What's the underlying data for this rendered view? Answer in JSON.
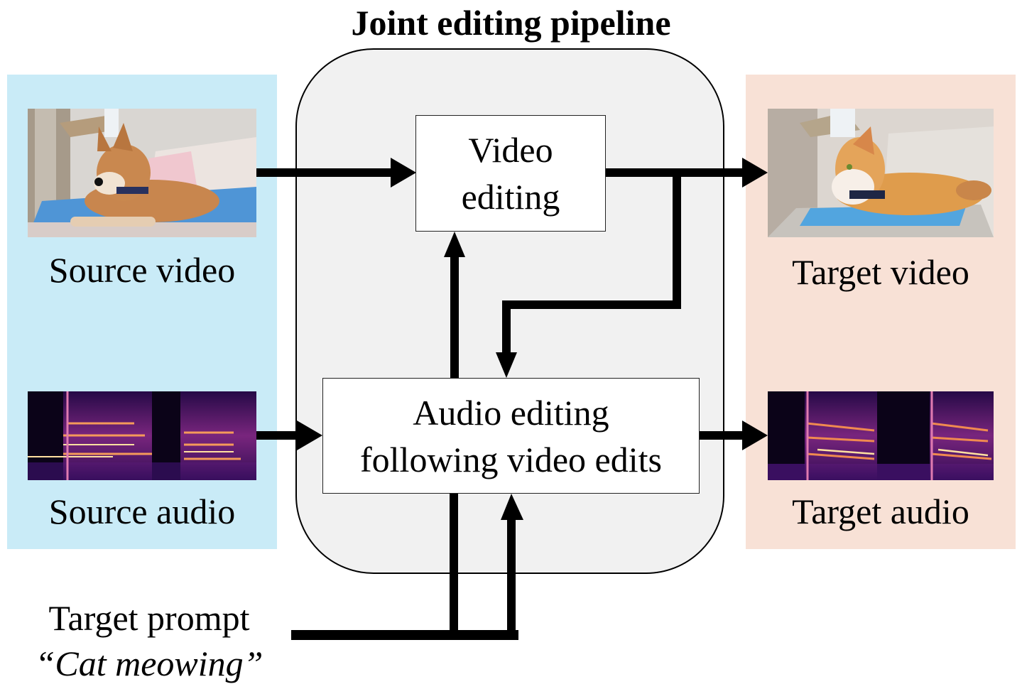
{
  "title": "Joint editing pipeline",
  "source": {
    "video_label": "Source video",
    "audio_label": "Source audio",
    "video_image": "dog-lying-on-couch-thumbnail",
    "audio_image": "source-spectrogram",
    "panel_color": "#c9ebf7"
  },
  "target": {
    "video_label": "Target video",
    "audio_label": "Target audio",
    "video_image": "cat-lying-on-couch-thumbnail",
    "audio_image": "target-spectrogram",
    "panel_color": "#f8e1d6"
  },
  "pipeline": {
    "video_box": {
      "line1": "Video",
      "line2": "editing"
    },
    "audio_box": {
      "line1": "Audio editing",
      "line2": "following video edits"
    },
    "background": "#f1f1f1"
  },
  "prompt": {
    "label": "Target prompt",
    "text": "“Cat meowing”"
  }
}
